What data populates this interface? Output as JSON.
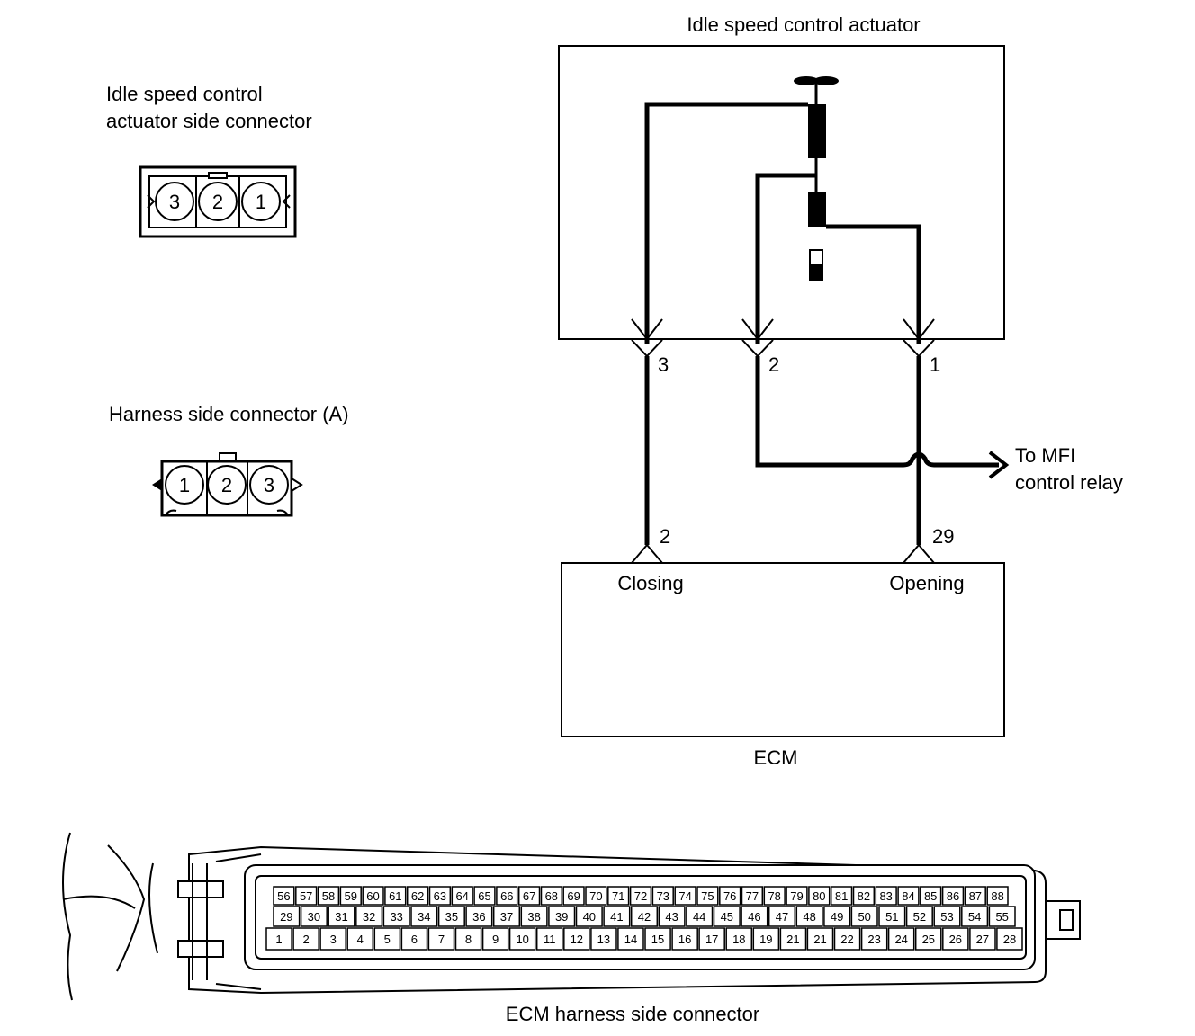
{
  "labels": {
    "actuator_title": "Idle speed control actuator",
    "actuator_connector_line1": "Idle speed control",
    "actuator_connector_line2": "actuator side connector",
    "harness_connector": "Harness side connector (A)",
    "to_relay_line1": "To MFI",
    "to_relay_line2": "control relay",
    "closing": "Closing",
    "opening": "Opening",
    "ecm": "ECM",
    "ecm_connector": "ECM harness side connector"
  },
  "actuator_pins": {
    "pin3": "3",
    "pin2": "2",
    "pin1": "1"
  },
  "ecm_pins": {
    "closing": "2",
    "opening": "29"
  },
  "actuator_side_connector": [
    "3",
    "2",
    "1"
  ],
  "harness_side_connector": [
    "1",
    "2",
    "3"
  ],
  "ecm_connector_rows": {
    "top": [
      "56",
      "57",
      "58",
      "59",
      "60",
      "61",
      "62",
      "63",
      "64",
      "65",
      "66",
      "67",
      "68",
      "69",
      "70",
      "71",
      "72",
      "73",
      "74",
      "75",
      "76",
      "77",
      "78",
      "79",
      "80",
      "81",
      "82",
      "83",
      "84",
      "85",
      "86",
      "87",
      "88"
    ],
    "middle": [
      "29",
      "30",
      "31",
      "32",
      "33",
      "34",
      "35",
      "36",
      "37",
      "38",
      "39",
      "40",
      "41",
      "42",
      "43",
      "44",
      "45",
      "46",
      "47",
      "48",
      "49",
      "50",
      "51",
      "52",
      "53",
      "54",
      "55"
    ],
    "bottom": [
      "1",
      "2",
      "3",
      "4",
      "5",
      "6",
      "7",
      "8",
      "9",
      "10",
      "11",
      "12",
      "13",
      "14",
      "15",
      "16",
      "17",
      "18",
      "19",
      "21",
      "21",
      "22",
      "23",
      "24",
      "25",
      "26",
      "27",
      "28"
    ]
  }
}
